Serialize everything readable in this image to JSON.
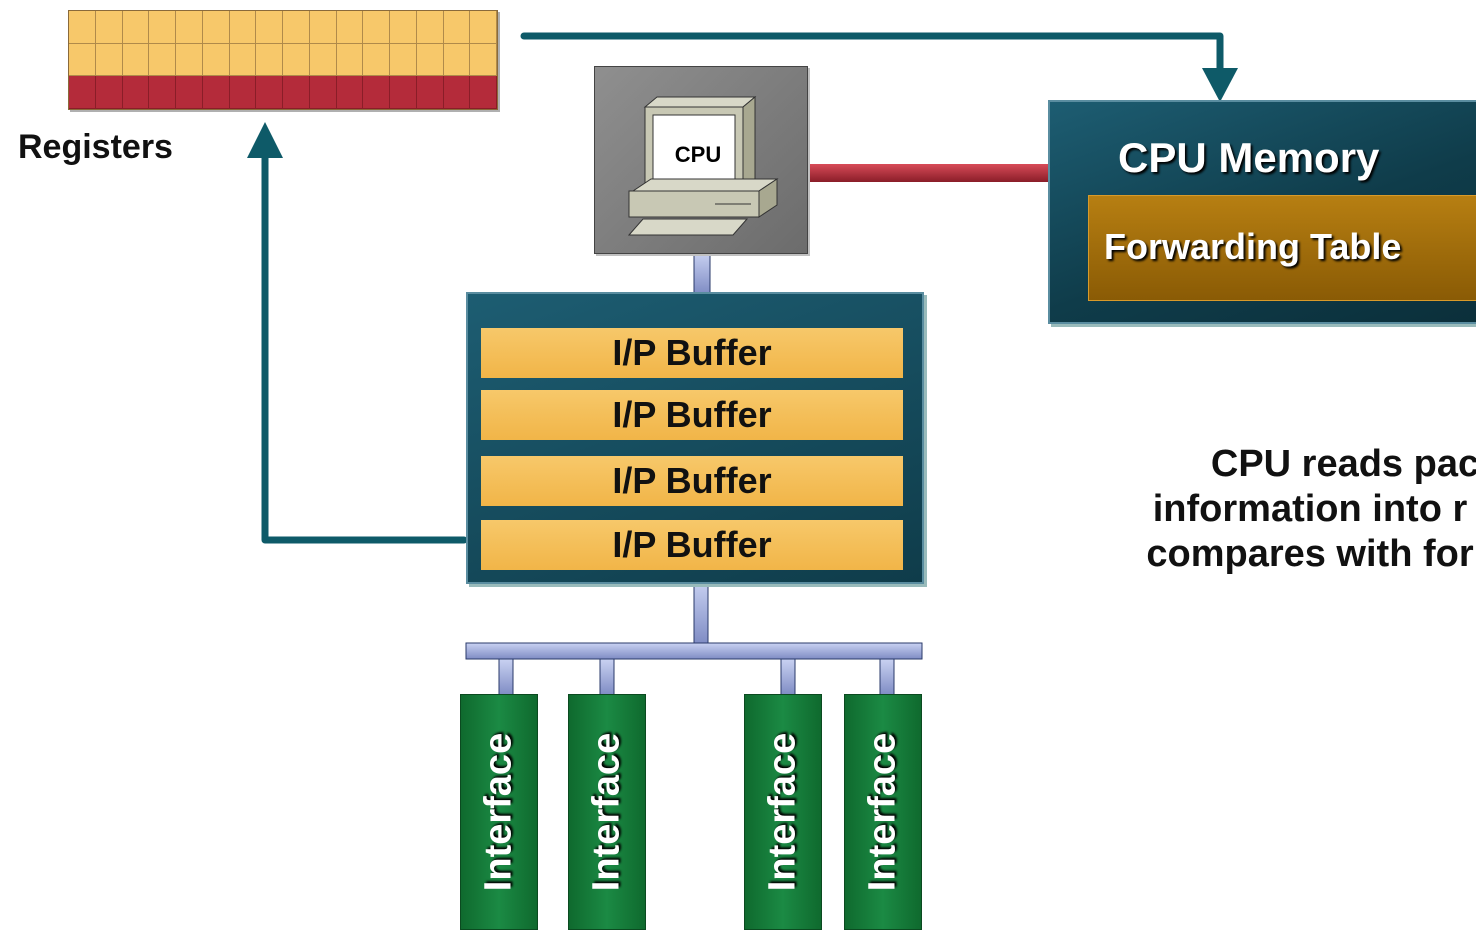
{
  "registers": {
    "label": "Registers",
    "columns": 16,
    "rows": 3
  },
  "cpu": {
    "label": "CPU"
  },
  "cpu_memory": {
    "title": "CPU Memory",
    "forwarding_table": "Forwarding Table"
  },
  "buffers": [
    {
      "label": "I/P Buffer"
    },
    {
      "label": "I/P Buffer"
    },
    {
      "label": "I/P Buffer"
    },
    {
      "label": "I/P Buffer"
    }
  ],
  "interfaces": [
    {
      "label": "Interface"
    },
    {
      "label": "Interface"
    },
    {
      "label": "Interface"
    },
    {
      "label": "Interface"
    }
  ],
  "description": {
    "line1": "CPU reads pac",
    "line2": "information into r",
    "line3": "compares with for"
  },
  "colors": {
    "arrow": "#0e5a68",
    "cpu_memory_link": "#b42b3a",
    "bus": "#a9b4e0",
    "buffer_fill": "#f7c86a",
    "register_lower": "#b42b3a",
    "interface": "#1b8a44"
  }
}
